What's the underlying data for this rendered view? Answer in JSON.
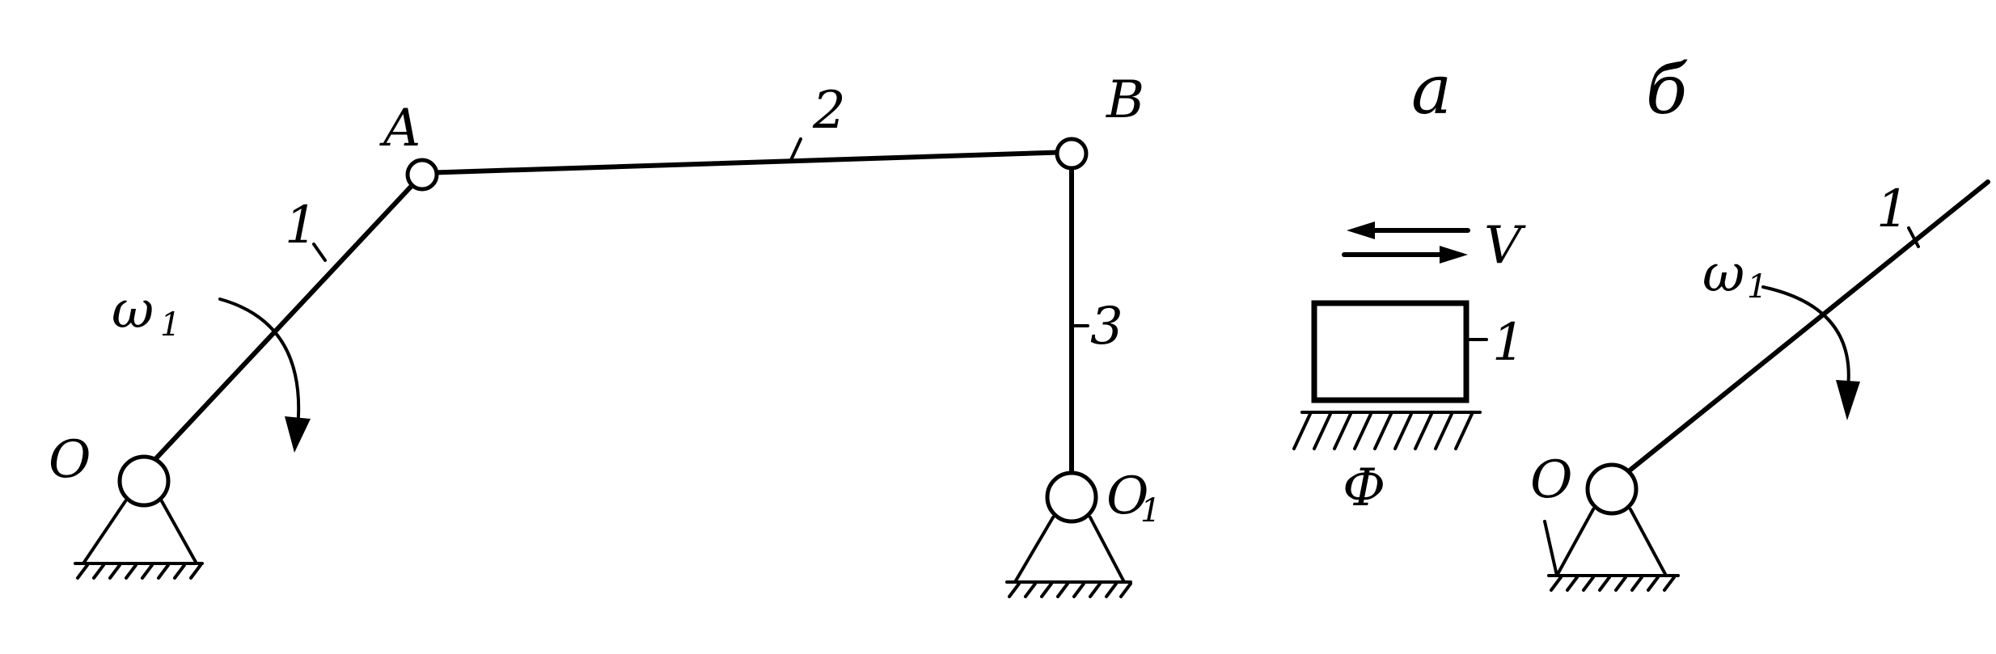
{
  "diagram": {
    "labels": {
      "point_A": "A",
      "point_B": "B",
      "point_O": "O",
      "point_O1": "O",
      "point_O1_sub": "1",
      "link_1": "1",
      "link_2": "2",
      "link_3": "3",
      "omega_1": "ω",
      "omega_1_sub": "1",
      "part_a": "а",
      "part_b": "б",
      "velocity": "V",
      "block_1": "1",
      "surface": "Ф",
      "b_link_1": "1",
      "b_omega": "ω",
      "b_omega_sub": "1",
      "b_pivot": "O"
    }
  }
}
